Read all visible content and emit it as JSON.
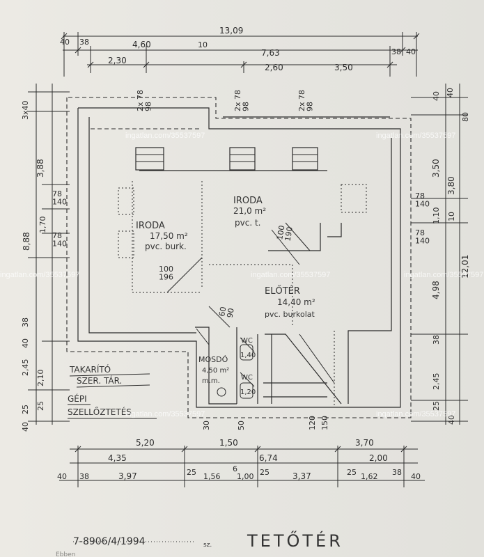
{
  "title": "TETŐTÉR",
  "drawing_number": "7-8906/4/1994",
  "footer_fragment": "Ebben",
  "footer_sz": "sz.",
  "rooms": {
    "irodo_left": {
      "name": "IRODA",
      "area": "17,50 m²",
      "floor": "pvc. burk."
    },
    "irodo_right": {
      "name": "IRODA",
      "area": "21,0 m²",
      "floor": "pvc. t."
    },
    "eloter": {
      "name": "ELŐTÉR",
      "area": "14,40 m²",
      "floor": "pvc. burkolat"
    },
    "mosdo": {
      "name": "MOSDÓ",
      "area": "4,50 m²",
      "floor": "m.m."
    },
    "wc1": {
      "name": "WC",
      "area": "1,40"
    },
    "wc2": {
      "name": "WC",
      "area": "1,20"
    },
    "takarito": {
      "line1": "TAKARÍTÓ",
      "line2": "SZER. TÁR."
    },
    "gepi": {
      "line1": "GÉPI",
      "line2": "SZELLŐZTETÉS"
    }
  },
  "dimensions": {
    "top": {
      "total": "13,09",
      "r2": [
        "40",
        "38",
        "4,60",
        "10",
        "7,63",
        "38",
        "40"
      ],
      "r3": [
        "2,30",
        "2,60",
        "3,50"
      ],
      "windows": [
        "2x 78\n98",
        "2x 78\n98",
        "2x 78\n98"
      ]
    },
    "left": {
      "col1": [
        "3x40",
        "3,88",
        "8,88"
      ],
      "col2": [
        "78\n140",
        "1,70",
        "78\n140"
      ],
      "low": [
        "40",
        "38",
        "25",
        "2,45",
        "2,10",
        "25",
        "40"
      ]
    },
    "right": {
      "col1": [
        "40",
        "3,50",
        "1,10",
        "78\n140",
        "4,98",
        "38",
        "2,45",
        "25"
      ],
      "col2": [
        "40",
        "80",
        "3,80",
        "10",
        "12,01",
        "40"
      ],
      "win": [
        "78\n140"
      ]
    },
    "bottom": {
      "r1": [
        "5,20",
        "1,50",
        "3,70"
      ],
      "r2": [
        "4,35",
        "6,74",
        "2,00"
      ],
      "r3": [
        "40",
        "38",
        "3,97",
        "25",
        "1,56",
        "6",
        "1,00",
        "25",
        "3,37",
        "25",
        "1,62",
        "38",
        "40"
      ],
      "small": [
        "30",
        "50",
        "120",
        "150"
      ]
    },
    "stairs": [
      "100\n196",
      "100\n190",
      "60\n90"
    ]
  },
  "watermarks": [
    "ingatlan.com/35537597",
    "ingatlan.com/35537597",
    "ingatlan.com/35537597",
    "ingatlan.com/35537597",
    "ingatlan.com/35537597",
    "ingatlan.com/35537597",
    "ingatlan.com/35537597"
  ]
}
